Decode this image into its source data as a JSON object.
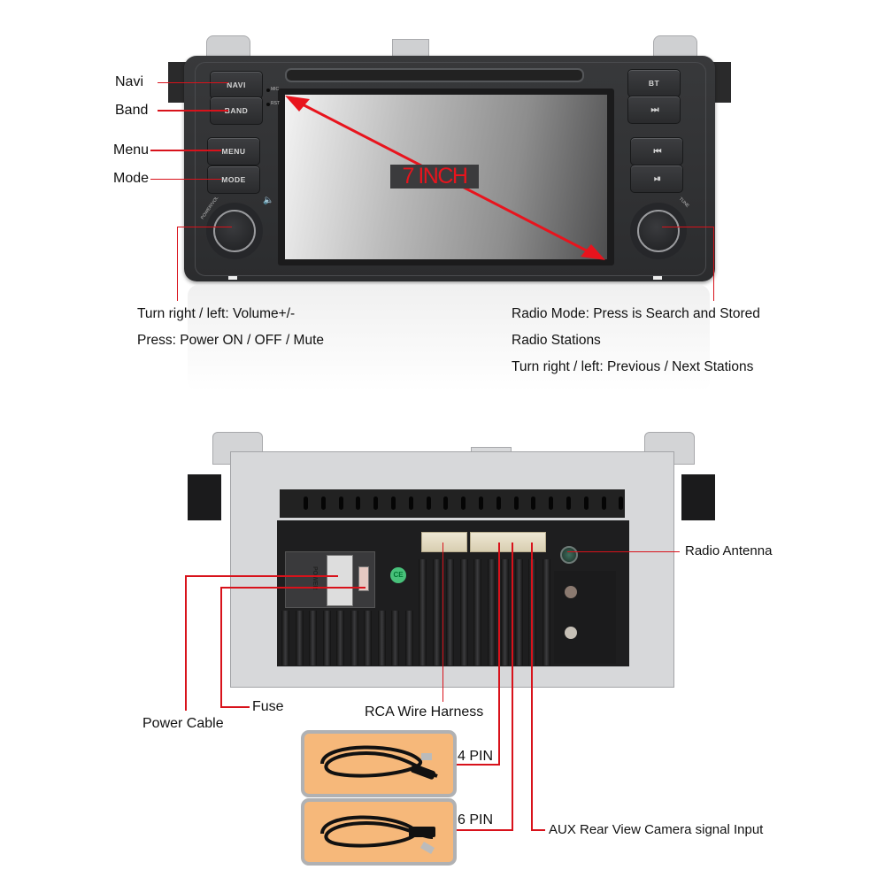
{
  "front_panel": {
    "buttons_left": [
      {
        "label": "NAVI",
        "callout": "Navi"
      },
      {
        "label": "BAND",
        "callout": "Band"
      },
      {
        "label": "MENU",
        "callout": "Menu"
      },
      {
        "label": "MODE",
        "callout": "Mode"
      }
    ],
    "buttons_right": [
      {
        "label": "BT"
      },
      {
        "label": "⏭",
        "icon": "next-track-icon"
      },
      {
        "label": "⏮",
        "icon": "previous-track-icon"
      },
      {
        "label": "⏯",
        "icon": "play-pause-icon"
      }
    ],
    "indicators": [
      "MIC",
      "RST"
    ],
    "left_knob_label": "POWER/VOL",
    "right_knob_label": "TUNE",
    "screen_size_label": "7 INCH",
    "left_knob_description": [
      "Turn right / left: Volume+/-",
      "Press: Power ON / OFF / Mute"
    ],
    "right_knob_description": [
      "Radio Mode: Press is Search and Stored",
      "Radio Stations",
      "Turn right / left: Previous / Next Stations"
    ]
  },
  "back_panel": {
    "power_label": "POWER",
    "ce_mark": "CE",
    "callouts": {
      "radio_antenna": "Radio Antenna",
      "power_cable": "Power Cable",
      "fuse": "Fuse",
      "rca_wire_harness": "RCA Wire Harness",
      "pin4": "4 PIN",
      "pin6": "6 PIN",
      "aux_camera": "AUX Rear View Camera signal Input"
    }
  },
  "colors": {
    "callout_line": "#d8121b",
    "cable_card_bg": "#f6b87a",
    "unit_body": "#2f3032"
  }
}
